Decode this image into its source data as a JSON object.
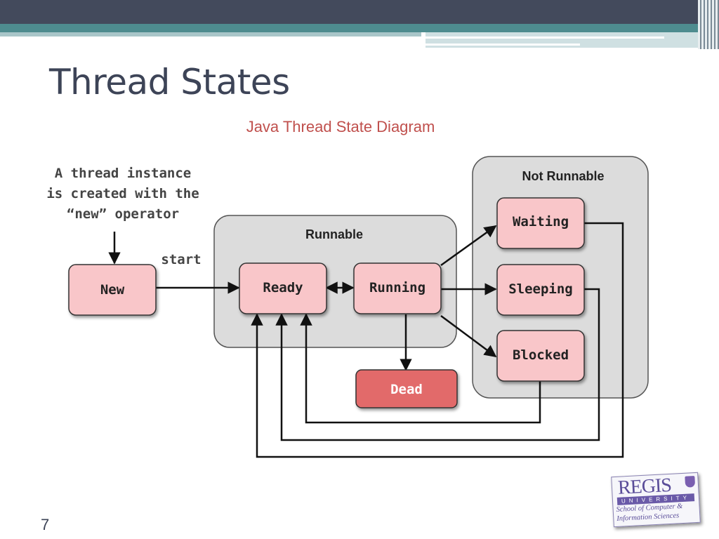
{
  "slide": {
    "title": "Thread States",
    "page_number": "7"
  },
  "diagram": {
    "title": "Java Thread State Diagram",
    "annotation_lines": [
      "A thread instance",
      "is created with the",
      "“new” operator"
    ],
    "start_label": "start",
    "groups": {
      "runnable": "Runnable",
      "not_runnable": "Not Runnable"
    },
    "states": {
      "new": "New",
      "ready": "Ready",
      "running": "Running",
      "dead": "Dead",
      "waiting": "Waiting",
      "sleeping": "Sleeping",
      "blocked": "Blocked"
    }
  },
  "logo": {
    "name": "REGIS",
    "university": "UNIVERSITY",
    "school_line1": "School of Computer &",
    "school_line2": "Information Sciences"
  },
  "colors": {
    "state_fill": "#f9c6c9",
    "dead_fill": "#e26a6a",
    "group_fill": "#dcdcdc",
    "diagram_title": "#c0504d",
    "slide_title": "#3d4457"
  }
}
